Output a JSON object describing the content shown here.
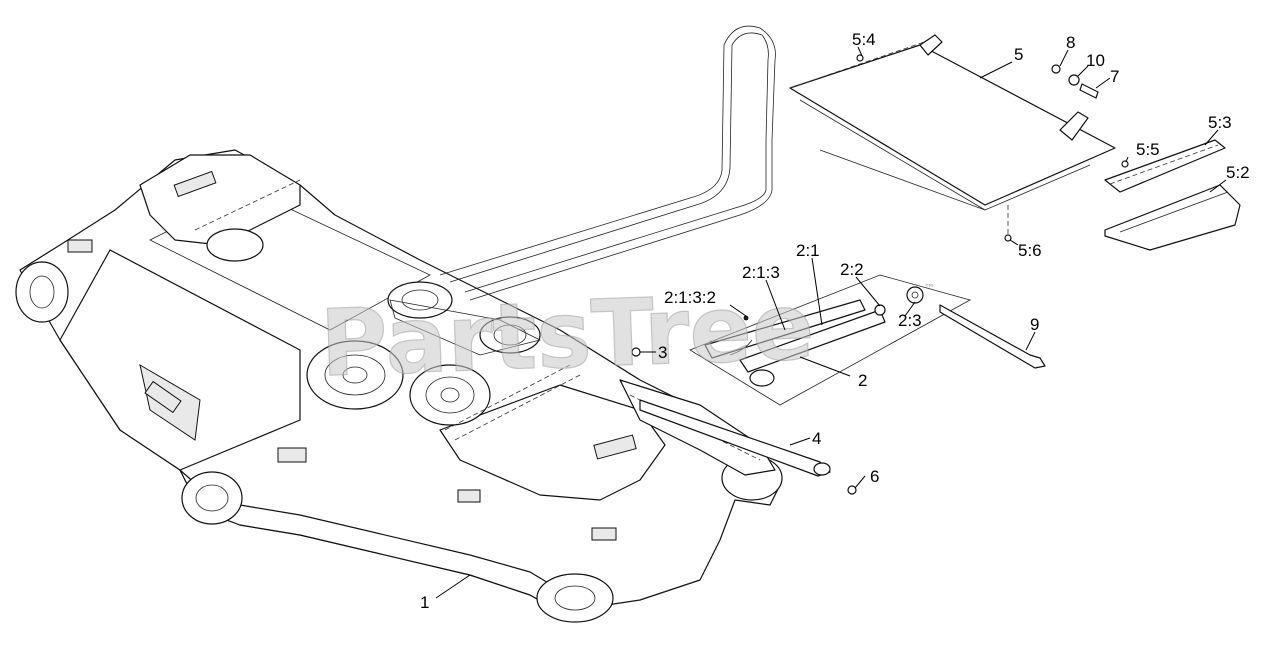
{
  "watermark": {
    "text": "PartsTree",
    "trademark": "™"
  },
  "callouts": [
    {
      "id": "c-5-4",
      "label": "5:4"
    },
    {
      "id": "c-5",
      "label": "5"
    },
    {
      "id": "c-8",
      "label": "8"
    },
    {
      "id": "c-10",
      "label": "10"
    },
    {
      "id": "c-7",
      "label": "7"
    },
    {
      "id": "c-5-3",
      "label": "5:3"
    },
    {
      "id": "c-5-5",
      "label": "5:5"
    },
    {
      "id": "c-5-2",
      "label": "5:2"
    },
    {
      "id": "c-5-6",
      "label": "5:6"
    },
    {
      "id": "c-2-1",
      "label": "2:1"
    },
    {
      "id": "c-2-1-3",
      "label": "2:1:3"
    },
    {
      "id": "c-2-2",
      "label": "2:2"
    },
    {
      "id": "c-2-1-3-2",
      "label": "2:1:3:2"
    },
    {
      "id": "c-2-3",
      "label": "2:3"
    },
    {
      "id": "c-9",
      "label": "9"
    },
    {
      "id": "c-3",
      "label": "3"
    },
    {
      "id": "c-2",
      "label": "2"
    },
    {
      "id": "c-4",
      "label": "4"
    },
    {
      "id": "c-6",
      "label": "6"
    },
    {
      "id": "c-1",
      "label": "1"
    }
  ]
}
